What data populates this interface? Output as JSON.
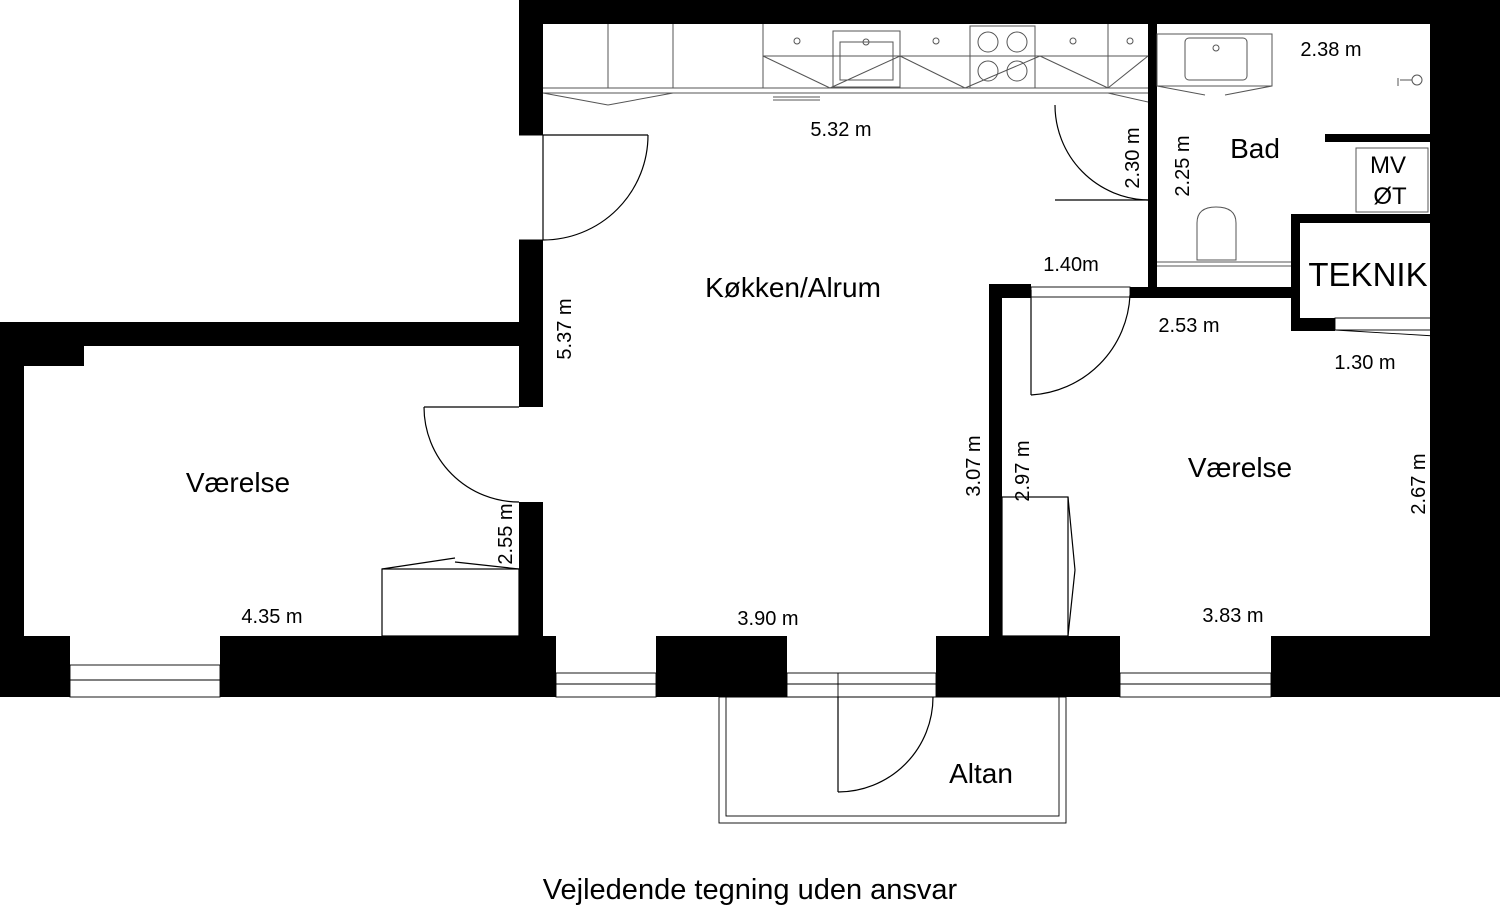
{
  "rooms": {
    "kitchen": "Køkken/Alrum",
    "bedroom_left": "Værelse",
    "bedroom_right": "Værelse",
    "bath": "Bad",
    "balcony": "Altan",
    "technical": "TEKNIK",
    "mv": "MV",
    "ot": "ØT"
  },
  "dimensions": {
    "kitchen_width": "5.32 m",
    "kitchen_height": "5.37 m",
    "kitchen_bottom": "3.90 m",
    "kitchen_door_wall": "2.30 m",
    "bath_width": "2.38 m",
    "bath_height": "2.25 m",
    "hall_width": "1.40m",
    "hall_height": "3.07 m",
    "bedroom_left_width": "4.35 m",
    "bedroom_left_height": "2.55 m",
    "bedroom_right_top": "2.53 m",
    "bedroom_right_width": "3.83 m",
    "bedroom_right_left": "2.97 m",
    "bedroom_right_height": "2.67 m",
    "teknik_width": "1.30 m"
  },
  "caption": "Vejledende tegning uden ansvar"
}
